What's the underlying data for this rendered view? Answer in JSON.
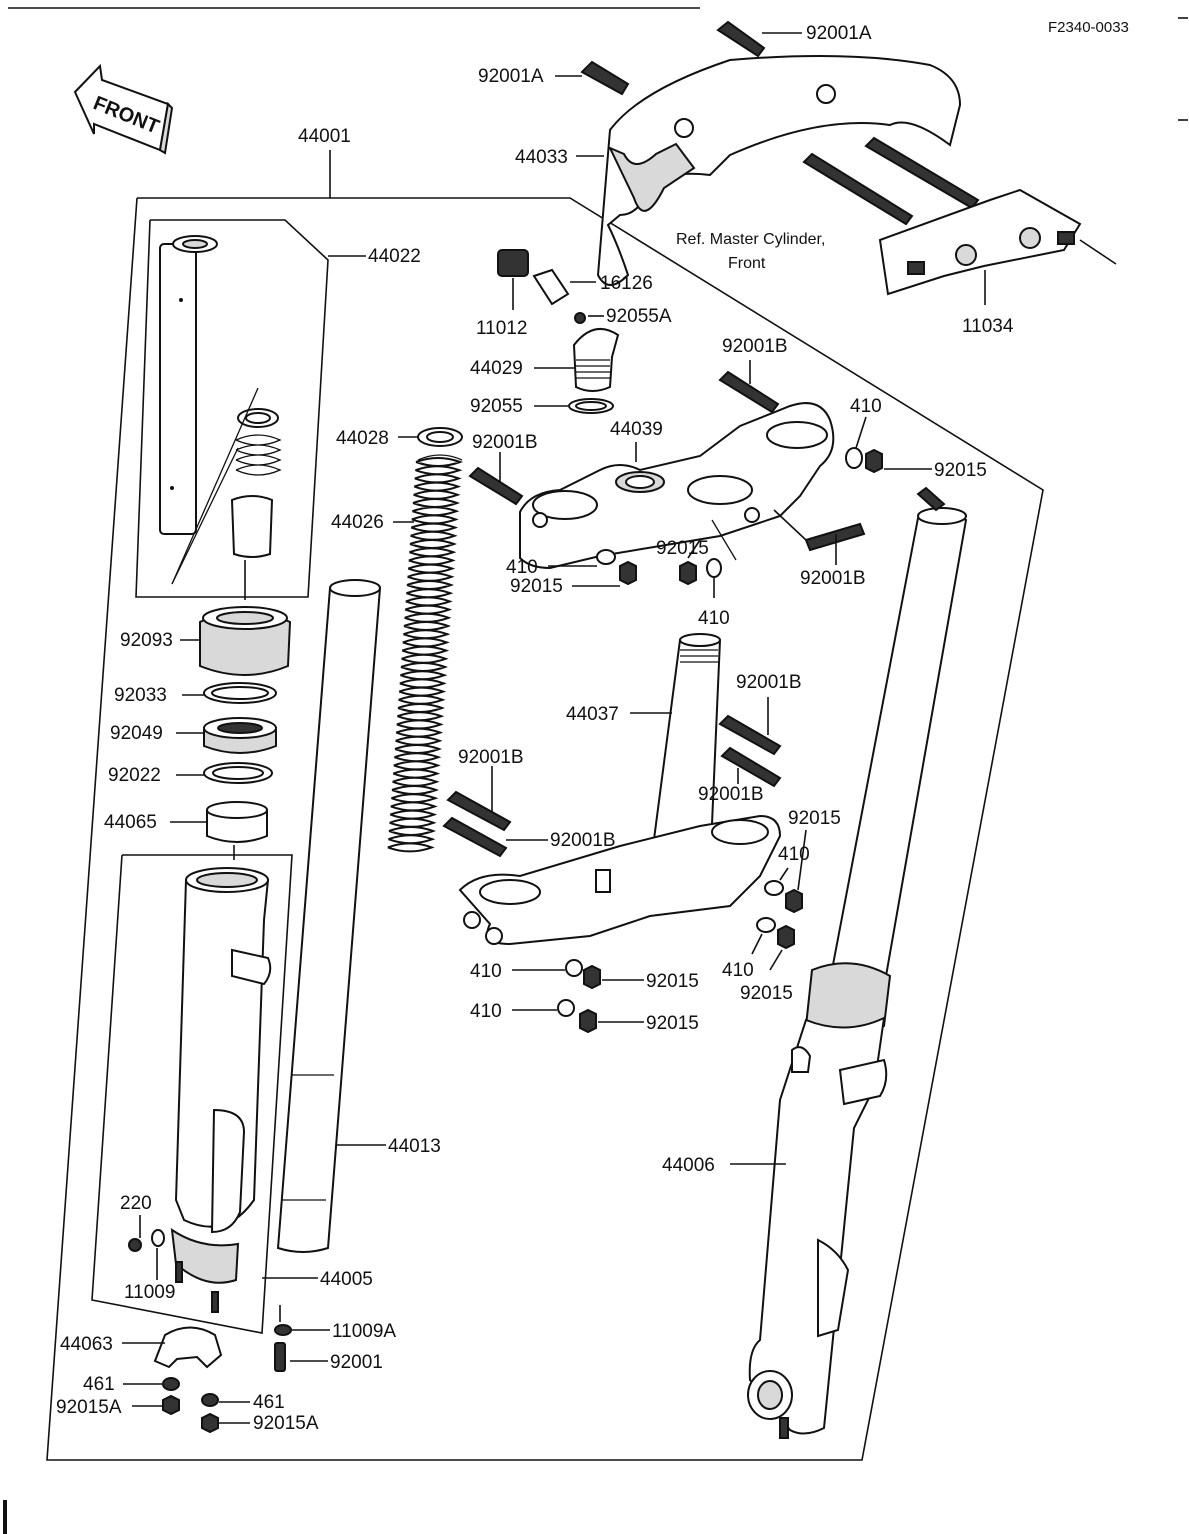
{
  "figure_code": "F2340-0033",
  "front_label": "FRONT",
  "reference_note": {
    "line1": "Ref.  Master Cylinder,",
    "line2": "Front"
  },
  "labels": {
    "p44001": "44001",
    "p44022": "44022",
    "p92093": "92093",
    "p92033": "92033",
    "p92049": "92049",
    "p92022": "92022",
    "p44065": "44065",
    "p220": "220",
    "p11009": "11009",
    "p44005": "44005",
    "p11009A": "11009A",
    "p44063": "44063",
    "p92001": "92001",
    "p461a": "461",
    "p92015Aa": "92015A",
    "p461b": "461",
    "p92015Ab": "92015A",
    "p44028": "44028",
    "p44026": "44026",
    "p44013": "44013",
    "p92001Aa": "92001A",
    "p92001Ab": "92001A",
    "p44033": "44033",
    "p11034": "11034",
    "p11012": "11012",
    "p16126": "16126",
    "p92055A": "92055A",
    "p44029": "44029",
    "p92055": "92055",
    "p92001Ba": "92001B",
    "p44039": "44039",
    "p92001Bb": "92001B",
    "p410a": "410",
    "p92015a": "92015",
    "p410b": "410",
    "p92015b": "92015",
    "p92015c": "92015",
    "p410c": "410",
    "p92001Bc": "92001B",
    "p44037": "44037",
    "p92001Bd": "92001B",
    "p92001Be": "92001B",
    "p92001Bf": "92001B",
    "p92001Bg": "92001B",
    "p92015d": "92015",
    "p410d": "410",
    "p410e": "410",
    "p92015e": "92015",
    "p410f": "410",
    "p92015f": "92015",
    "p410g": "410",
    "p92015g": "92015",
    "p44006": "44006"
  }
}
